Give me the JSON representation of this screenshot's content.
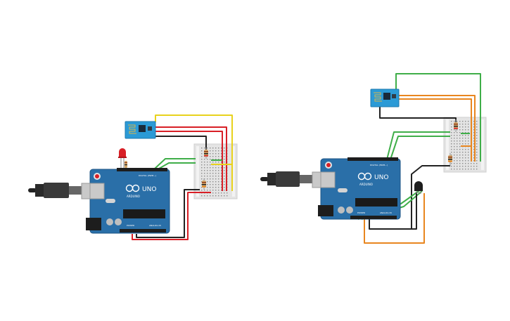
{
  "boards": [
    {
      "logo": "UNO",
      "brand": "ARDUINO",
      "digital_label": "DIGITAL (PWM~)",
      "analog_label": "ANALOG IN",
      "power_label": "POWER"
    },
    {
      "logo": "UNO",
      "brand": "ARDUINO",
      "digital_label": "DIGITAL (PWM~)",
      "analog_label": "ANALOG IN",
      "power_label": "POWER"
    }
  ],
  "colors": {
    "board": "#2a6fa8",
    "board_dark": "#1d5585",
    "breadboard": "#e4e4e4",
    "wire_red": "#d81f26",
    "wire_black": "#222222",
    "wire_green": "#3fae49",
    "wire_yellow": "#e8d21d",
    "wire_orange": "#e8861f",
    "led_red": "#d81f26",
    "module_blue": "#2b9ad6"
  },
  "icons": [
    "usb-cable-icon",
    "led-icon",
    "resistor-icon",
    "wifi-module-icon",
    "temperature-sensor-icon",
    "arduino-logo-icon"
  ]
}
